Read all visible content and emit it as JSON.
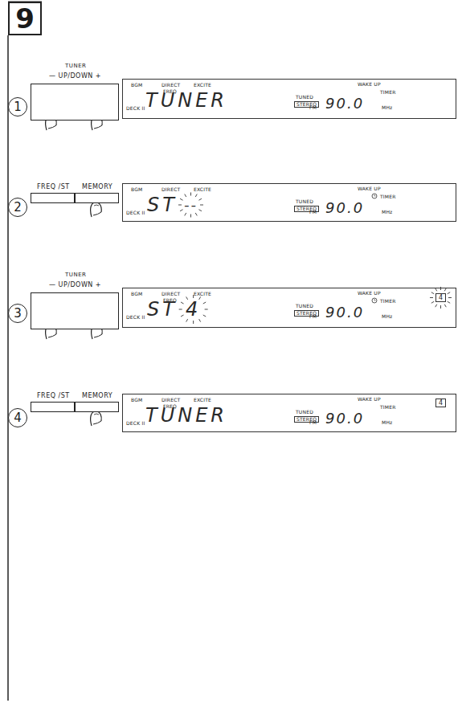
{
  "diagram": {
    "nodes": [
      {
        "text": [
          "9"
        ]
      },
      {
        "text": [
          "1"
        ]
      },
      {
        "text": [
          "TUNER",
          "— UP/DOWN +"
        ]
      },
      {
        "text": [
          "BGM",
          "DIRECT",
          "EXCITE",
          "FREQ",
          "WAKE UP",
          "TIMER",
          "TUNED",
          "STEREO",
          "DECK II",
          "TUNER",
          "FM",
          "90.0",
          "MHz"
        ]
      },
      {
        "text": [
          "2"
        ]
      },
      {
        "text": [
          "FREQ /ST"
        ]
      },
      {
        "text": [
          "MEMORY"
        ]
      },
      {
        "text": [
          "BGM",
          "DIRECT",
          "EXCITE",
          "WAKE UP",
          "TIMER",
          "TUNED",
          "STEREO",
          "DECK II",
          "ST",
          "--",
          "FM",
          "90.0",
          "MHz"
        ]
      },
      {
        "text": [
          "3"
        ]
      },
      {
        "text": [
          "TUNER",
          "— UP/DOWN +"
        ]
      },
      {
        "text": [
          "BGM",
          "DIRECT",
          "EXCITE",
          "FREQ",
          "WAKE UP",
          "TIMER",
          "TUNED",
          "STEREO",
          "DECK II",
          "ST",
          "4",
          "FM",
          "90.0",
          "MHz"
        ]
      },
      {
        "text": [
          "4"
        ],
        "in": 10
      },
      {
        "text": [
          "4"
        ]
      },
      {
        "text": [
          "FREQ /ST"
        ]
      },
      {
        "text": [
          "MEMORY"
        ]
      },
      {
        "text": [
          "BGM",
          "DIRECT",
          "EXCITE",
          "FREQ",
          "WAKE UP",
          "TIMER",
          "TUNED",
          "STEREO",
          "DECK II",
          "TUNER",
          "FM",
          "90.0",
          "MHz"
        ]
      },
      {
        "text": [
          "4"
        ],
        "in": 15
      }
    ]
  }
}
